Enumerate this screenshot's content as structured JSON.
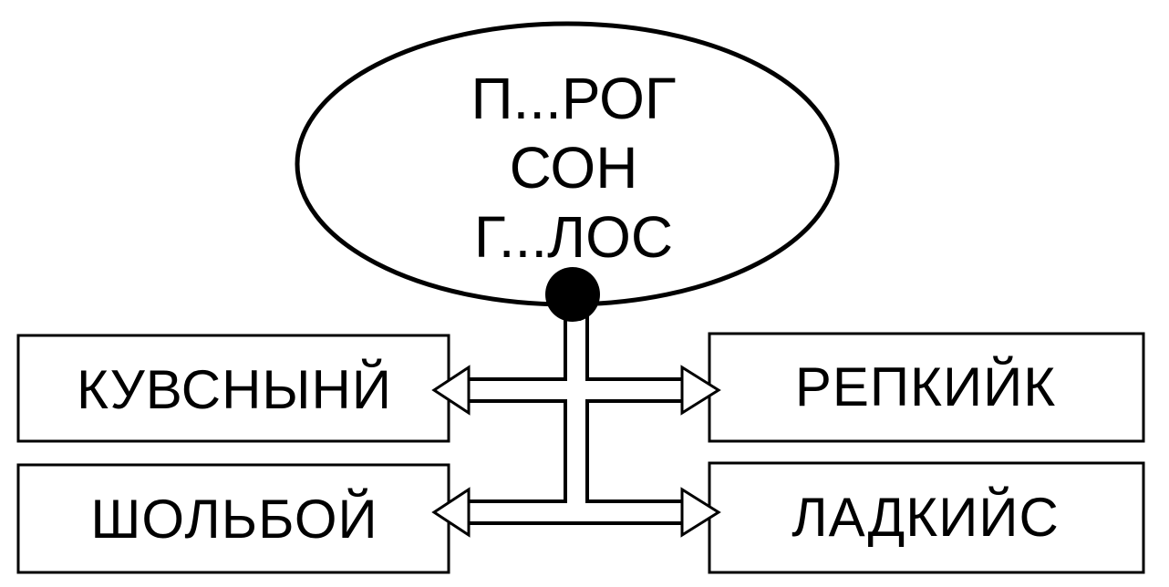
{
  "center": {
    "lines": [
      "П...РОГ",
      "СОН",
      "Г...ЛОС"
    ]
  },
  "boxes": {
    "top_left": "КУВСНЫНЙ",
    "bottom_left": "ШОЛЬБОЙ",
    "top_right": "РЕПКИЙК",
    "bottom_right": "ЛАДКИЙС"
  },
  "colors": {
    "stroke": "#000000",
    "fill": "#ffffff",
    "node": "#000000"
  }
}
